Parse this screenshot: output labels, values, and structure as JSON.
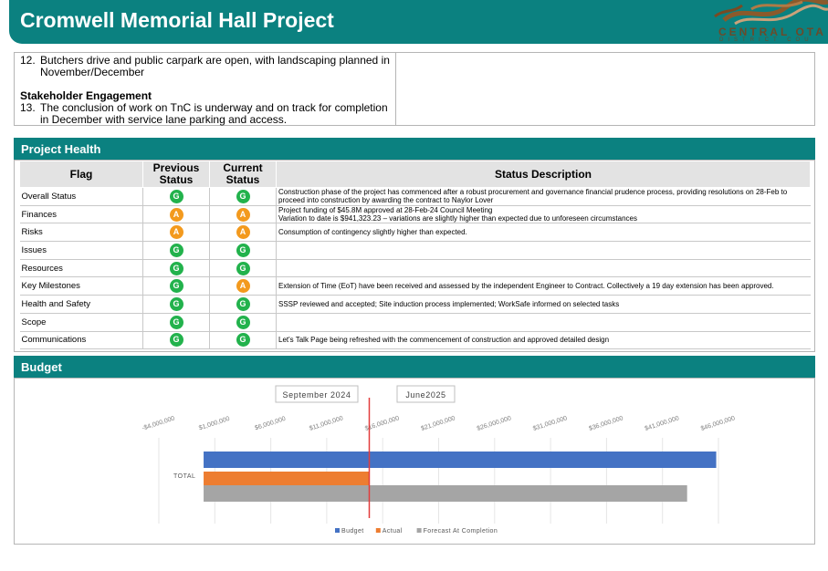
{
  "header": {
    "title": "Cromwell Memorial Hall Project"
  },
  "logo": {
    "word": "CENTRAL OTA",
    "sub": "DISTRICT COU"
  },
  "notes": {
    "item12_num": "12.",
    "item12_text": "Butchers drive and public carpark are open, with landscaping planned in November/December",
    "stakeholder_heading": "Stakeholder Engagement",
    "item13_num": "13.",
    "item13_text": "The conclusion of work on TnC is underway and on track for completion in December with service lane parking and access."
  },
  "project_health": {
    "section_title": "Project Health",
    "columns": [
      "Flag",
      "Previous Status",
      "Current Status",
      "Status Description"
    ],
    "status_colors": {
      "G": "#22b24c",
      "A": "#f39a1e"
    },
    "rows": [
      {
        "flag": "Overall Status",
        "previous": "G",
        "current": "G",
        "description": "Construction phase of the project has commenced after a robust procurement and governance financial prudence process, providing resolutions on 28-Feb to proceed into construction by awarding the contract to Naylor Lover"
      },
      {
        "flag": "Finances",
        "previous": "A",
        "current": "A",
        "description": "Project funding of $45.8M approved at 28-Feb-24 Council Meeting\nVariation to date is $941,323.23 – variations are slightly higher than expected due to unforeseen circumstances"
      },
      {
        "flag": "Risks",
        "previous": "A",
        "current": "A",
        "description": "Consumption of contingency slightly higher than expected."
      },
      {
        "flag": "Issues",
        "previous": "G",
        "current": "G",
        "description": ""
      },
      {
        "flag": "Resources",
        "previous": "G",
        "current": "G",
        "description": ""
      },
      {
        "flag": "Key Milestones",
        "previous": "G",
        "current": "A",
        "description": "Extension of Time (EoT) have been received and assessed by the independent Engineer to Contract. Collectively a 19 day extension has been approved."
      },
      {
        "flag": "Health and Safety",
        "previous": "G",
        "current": "G",
        "description": "SSSP reviewed and accepted; Site induction process implemented; WorkSafe informed on selected tasks"
      },
      {
        "flag": "Scope",
        "previous": "G",
        "current": "G",
        "description": ""
      },
      {
        "flag": "Communications",
        "previous": "G",
        "current": "G",
        "description": "Let's Talk Page being refreshed with the commencement of construction and approved detailed design"
      }
    ]
  },
  "budget": {
    "section_title": "Budget"
  },
  "chart_data": {
    "type": "bar",
    "orientation": "horizontal",
    "categories": [
      "TOTAL"
    ],
    "series": [
      {
        "name": "Budget",
        "values": [
          45800000
        ],
        "color": "#4472c4"
      },
      {
        "name": "Actual",
        "values": [
          14800000
        ],
        "color": "#ed7d31"
      },
      {
        "name": "Forecast At Completion",
        "values": [
          43200000
        ],
        "color": "#a5a5a5"
      }
    ],
    "xlim": [
      -4000000,
      46000000
    ],
    "x_ticks": [
      -4000000,
      1000000,
      6000000,
      11000000,
      16000000,
      21000000,
      26000000,
      31000000,
      36000000,
      41000000,
      46000000
    ],
    "x_tick_labels": [
      "-$4,000,000",
      "$1,000,000",
      "$6,000,000",
      "$11,000,000",
      "$16,000,000",
      "$21,000,000",
      "$26,000,000",
      "$31,000,000",
      "$36,000,000",
      "$41,000,000",
      "$46,000,000"
    ],
    "reference_line": {
      "value": 14800000,
      "color": "#e23b3b"
    },
    "annotations": [
      "September 2024",
      "June2025"
    ],
    "legend_position": "bottom",
    "grid": true
  }
}
